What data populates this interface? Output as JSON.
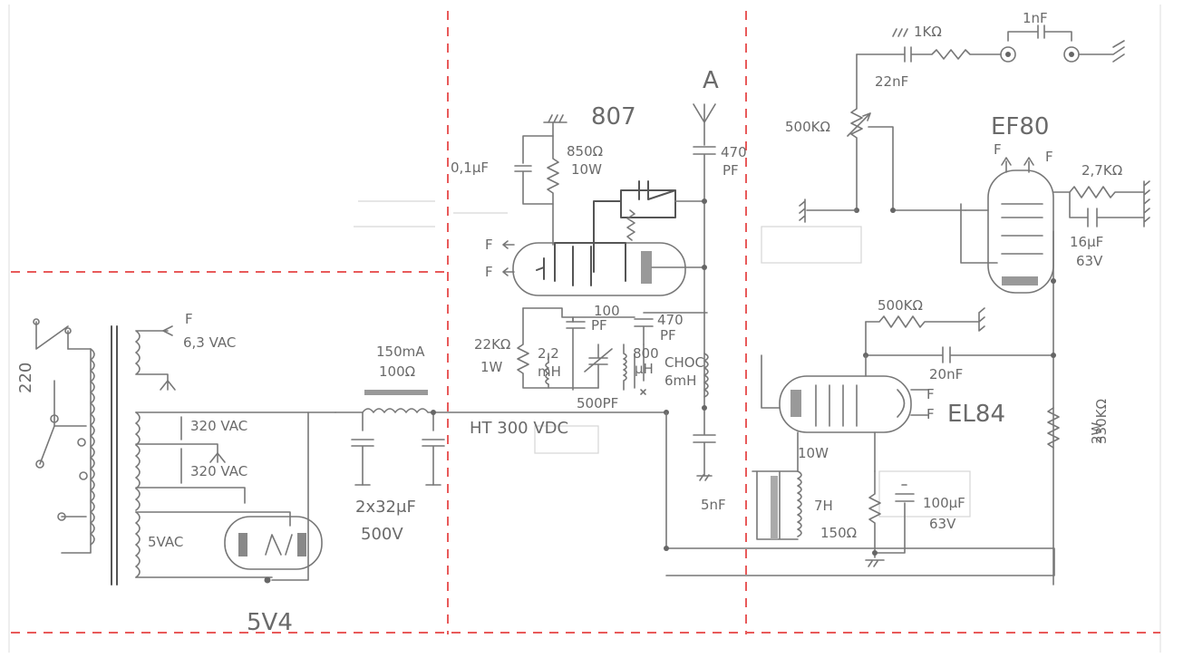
{
  "colors": {
    "pencil": "#777777",
    "border_dash": "#e85a5a",
    "paper": "#ffffff"
  },
  "tubes": {
    "rectifier": "5V4",
    "power_amp": "807",
    "preamp": "EF80",
    "output": "EL84"
  },
  "power_supply": {
    "mains": "220",
    "filament_label": "F",
    "filament_voltage": "6,3 VAC",
    "ht_winding_1": "320 VAC",
    "ht_winding_2": "320 VAC",
    "rectifier_heater": "5VAC",
    "choke_current": "150mA",
    "choke_resistance": "100Ω",
    "filter_caps": "2x32μF",
    "filter_caps_voltage": "500V",
    "ht_label": "HT 300 VDC"
  },
  "rf_stage": {
    "antenna_label": "A",
    "screen_cap": "0,1μF",
    "screen_res": "850Ω",
    "screen_res_power": "10W",
    "filament_f1": "F",
    "filament_f2": "F",
    "grid_res": "22KΩ",
    "grid_res_power": "1W",
    "grid_choke": "2,2",
    "grid_choke_unit": "mH",
    "cap_100": "100",
    "cap_100_unit": "PF",
    "cap_470a": "470",
    "cap_470a_unit": "PF",
    "cap_470b": "470",
    "cap_470b_unit": "PF",
    "coil": "800",
    "coil_unit": "μH",
    "var_cap": "500PF",
    "choke": "CHOC",
    "choke_value": "6mH"
  },
  "audio": {
    "res_1k": "1KΩ",
    "cap_1n": "1nF",
    "cap_22n": "22nF",
    "pot": "500KΩ",
    "ef80_f1": "F",
    "ef80_f2": "F",
    "cathode_res": "2,7KΩ",
    "cathode_cap": "16μF",
    "cathode_cap_voltage": "63V",
    "grid_res": "500KΩ",
    "coupling_cap": "20nF",
    "el84_f": "F",
    "el84_f2": "F",
    "el84_screen": "10W",
    "plate_res": "330KΩ",
    "plate_res_power": "2W",
    "mod_cap": "5nF",
    "mod_choke": "7H",
    "el84_cathode_res": "150Ω",
    "el84_cathode_cap": "100μF",
    "el84_cathode_cap_voltage": "63V"
  }
}
